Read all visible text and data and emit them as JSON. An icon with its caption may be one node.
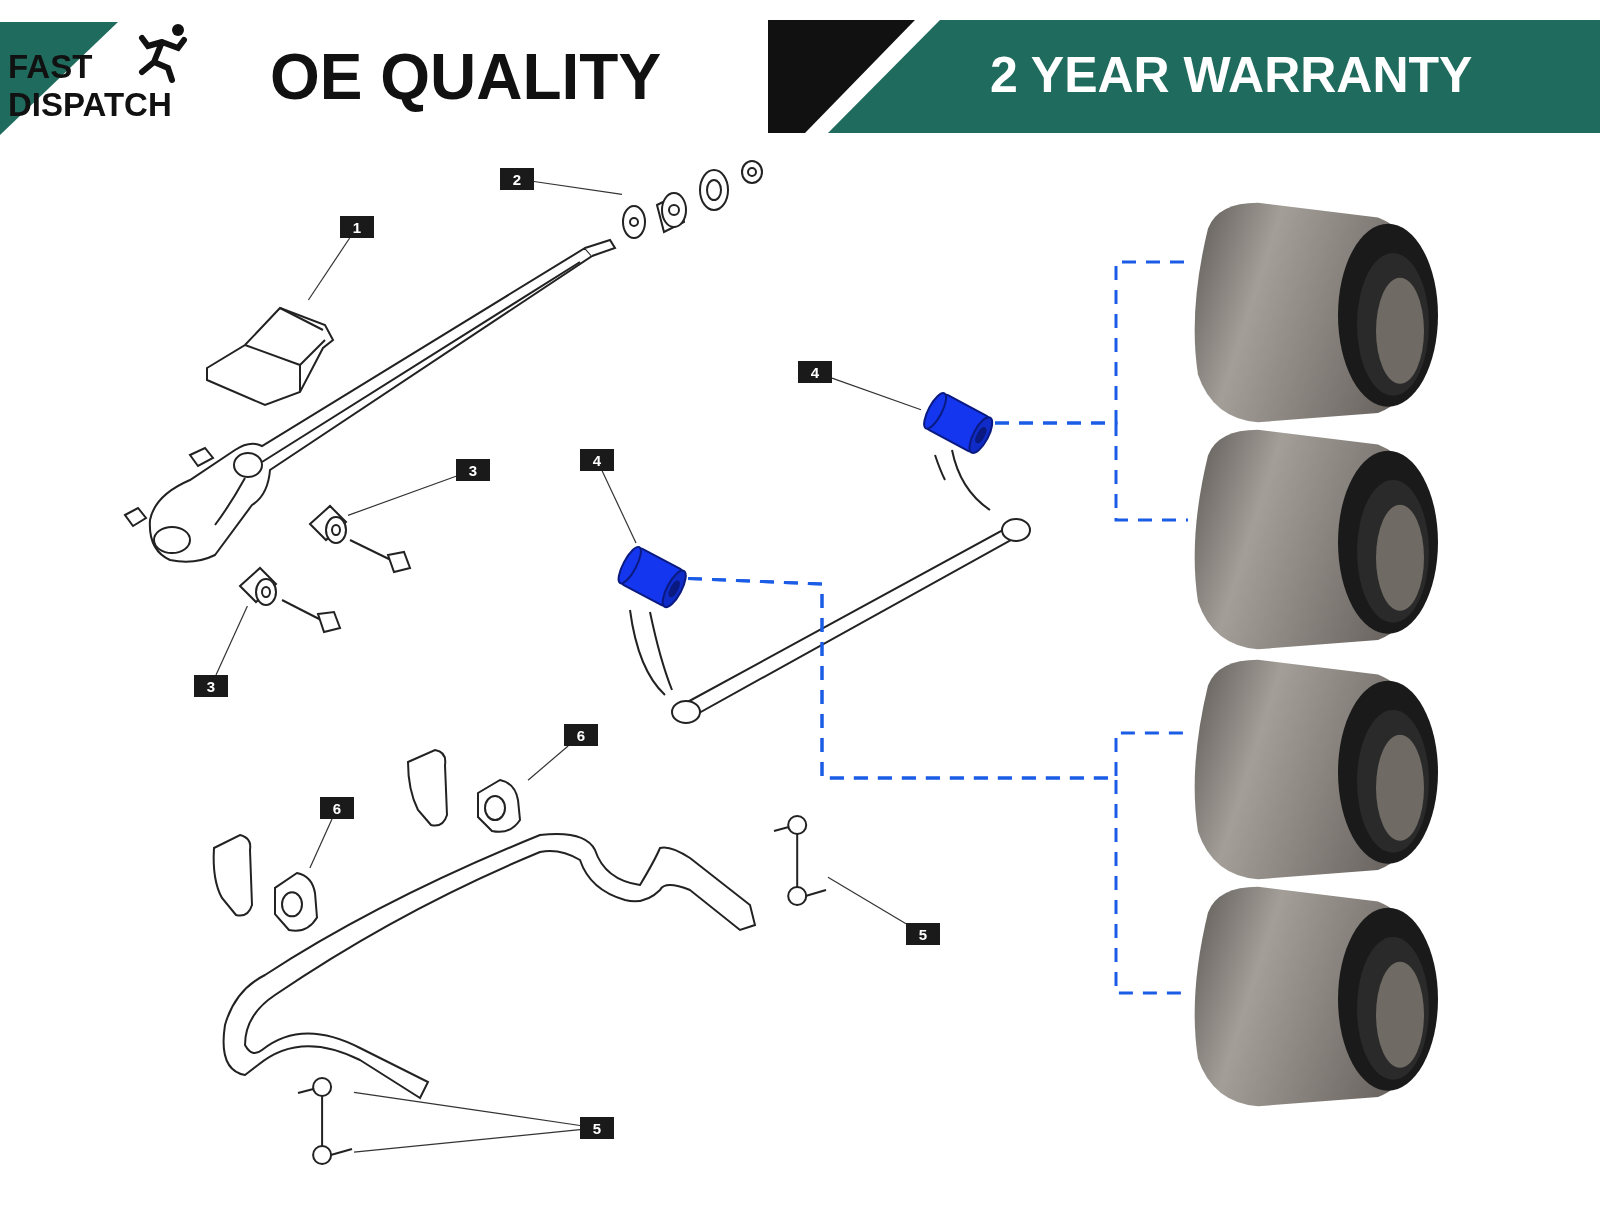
{
  "diagram": {
    "nodes": [
      {
        "text": [
          "2"
        ]
      },
      {
        "text": [],
        "shape": "picture"
      },
      {
        "text": [
          "1"
        ]
      },
      {
        "text": [],
        "shape": "picture"
      },
      {
        "text": [
          "3"
        ]
      },
      {
        "text": [],
        "shape": "picture"
      },
      {
        "text": [
          "3"
        ]
      },
      {
        "text": [],
        "shape": "picture"
      },
      {
        "text": [
          "4"
        ]
      },
      {
        "text": [],
        "shape": "picture"
      },
      {
        "text": [
          "4"
        ]
      },
      {
        "text": [],
        "shape": "picture"
      },
      {
        "text": [
          "6"
        ]
      },
      {
        "text": [],
        "shape": "picture"
      },
      {
        "text": [
          "6"
        ]
      },
      {
        "text": [],
        "shape": "picture"
      },
      {
        "text": [
          "5"
        ]
      },
      {
        "text": [],
        "shape": "picture"
      },
      {
        "text": [
          "5"
        ]
      },
      {
        "text": [],
        "shape": "picture"
      },
      {
        "text": [],
        "shape": "picture"
      },
      {
        "text": [],
        "shape": "picture"
      },
      {
        "text": [],
        "shape": "picture"
      },
      {
        "text": [],
        "shape": "picture"
      }
    ],
    "edges": [
      {
        "from": 0,
        "to": 1,
        "arrow": "none"
      },
      {
        "from": 2,
        "to": 3,
        "arrow": "none"
      },
      {
        "from": 4,
        "to": 5,
        "arrow": "none"
      },
      {
        "from": 6,
        "to": 7,
        "arrow": "none"
      },
      {
        "from": 8,
        "to": 9,
        "arrow": "none"
      },
      {
        "from": 10,
        "to": 11,
        "arrow": "none"
      },
      {
        "from": 12,
        "to": 13,
        "arrow": "none"
      },
      {
        "from": 14,
        "to": 15,
        "arrow": "none"
      },
      {
        "from": 16,
        "to": 17,
        "arrow": "none"
      },
      {
        "from": 18,
        "to": 19,
        "arrow": "none"
      },
      {
        "from": 18,
        "to": 19,
        "arrow": "none"
      },
      {
        "from": 9,
        "to": 20,
        "arrow": "none",
        "style": "dashed",
        "color": "#1a5ce6"
      },
      {
        "from": 9,
        "to": 21,
        "arrow": "none",
        "style": "dashed",
        "color": "#1a5ce6"
      },
      {
        "from": 11,
        "to": 22,
        "arrow": "none",
        "style": "dashed",
        "color": "#1a5ce6"
      },
      {
        "from": 11,
        "to": 23,
        "arrow": "none",
        "style": "dashed",
        "color": "#1a5ce6"
      }
    ],
    "labels": [
      "FAST DISPATCH",
      "OE QUALITY",
      "2 YEAR WARRANTY"
    ]
  }
}
